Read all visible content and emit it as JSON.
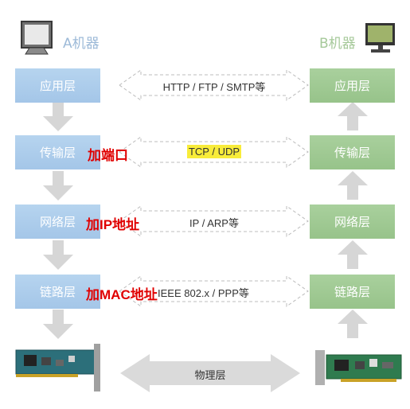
{
  "machine_a": {
    "label": "A机器"
  },
  "machine_b": {
    "label": "B机器"
  },
  "layers_a": [
    "应用层",
    "传输层",
    "网络层",
    "链路层"
  ],
  "layers_b": [
    "应用层",
    "传输层",
    "网络层",
    "链路层"
  ],
  "protocols": [
    "HTTP / FTP / SMTP等",
    "TCP / UDP",
    "IP / ARP等",
    "IEEE 802.x / PPP等"
  ],
  "annotations": {
    "transport": "加端口",
    "network": "加IP地址",
    "link": "加MAC地址"
  },
  "physical": {
    "label": "物理层"
  },
  "colors": {
    "layer_a": "#a9c9e9",
    "layer_b": "#9bc68e",
    "arrow_gray": "#d6d6d6",
    "annotation_red": "#e00000",
    "highlight_yellow": "#f8ec3a"
  }
}
